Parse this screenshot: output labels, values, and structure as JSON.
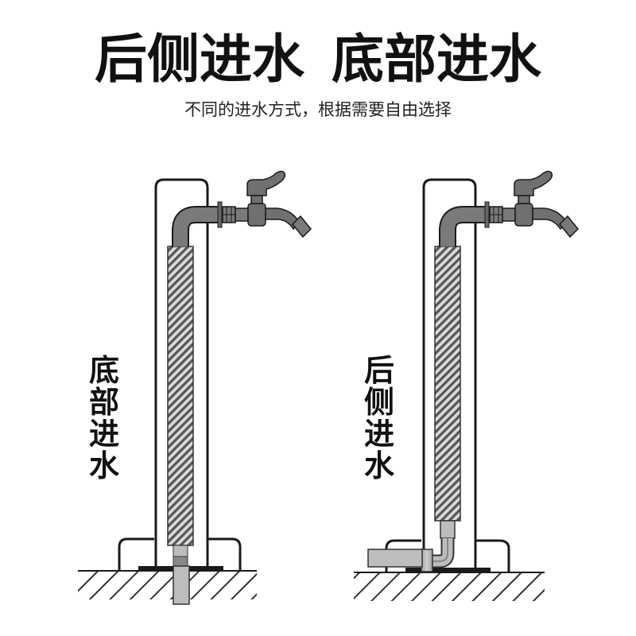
{
  "header": {
    "title_left": "后侧进水",
    "title_right": "底部进水",
    "subtitle": "不同的进水方式，根据需要自由选择"
  },
  "panels": [
    {
      "id": "bottom-inlet",
      "label_chars": [
        "底",
        "部",
        "进",
        "水"
      ],
      "label": "底部进水"
    },
    {
      "id": "rear-inlet",
      "label_chars": [
        "后",
        "侧",
        "进",
        "水"
      ],
      "label": "后侧进水"
    }
  ],
  "colors": {
    "outline": "#1a1a1a",
    "pipe_gray": "#777777",
    "faucet_gray": "#707070",
    "fitting_light": "#bdbdbd",
    "hatch": "#555555",
    "background": "#ffffff"
  }
}
